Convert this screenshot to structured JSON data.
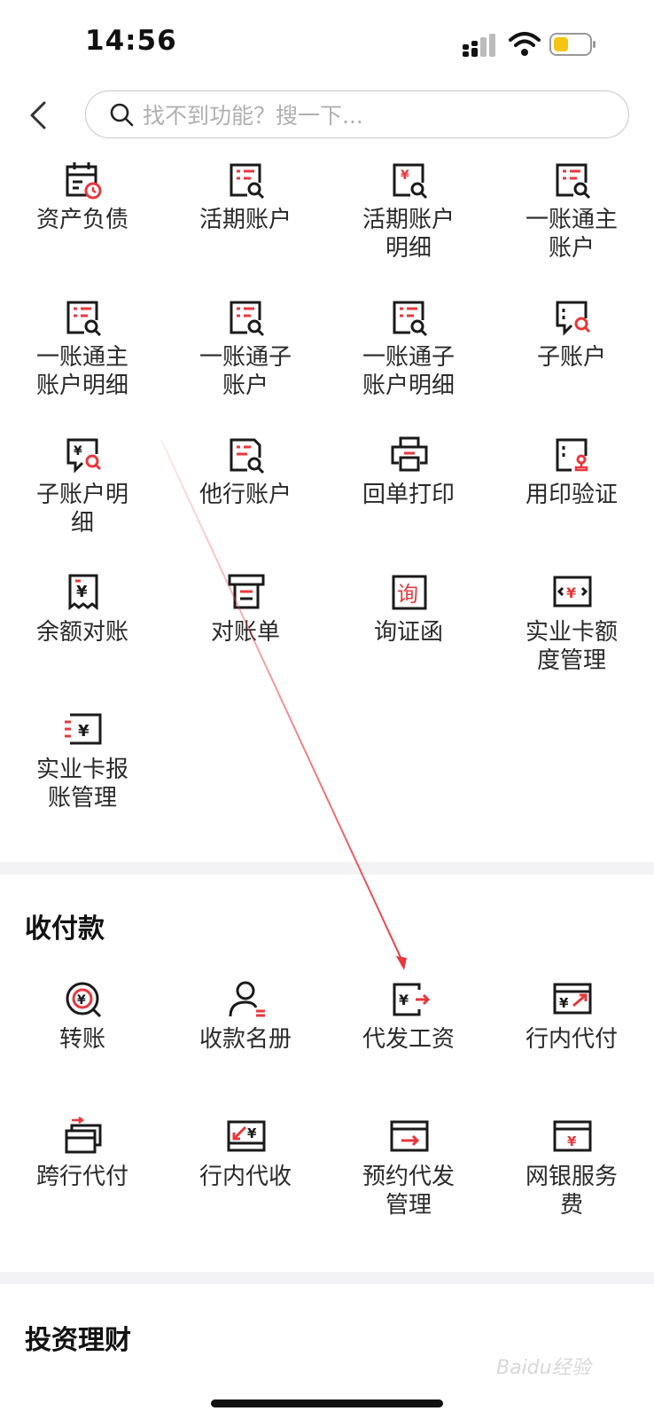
{
  "status": {
    "time": "14:56"
  },
  "search": {
    "placeholder": "找不到功能？搜一下..."
  },
  "account_items": [
    {
      "label": "资产负债",
      "icon": "calendar-clock-icon"
    },
    {
      "label": "活期账户",
      "icon": "account-search-icon"
    },
    {
      "label": "活期账户\n明细",
      "icon": "yuan-doc-search-icon"
    },
    {
      "label": "一账通主\n账户",
      "icon": "account-search-icon"
    },
    {
      "label": "一账通主\n账户明细",
      "icon": "account-search-icon"
    },
    {
      "label": "一账通子\n账户",
      "icon": "account-search-icon"
    },
    {
      "label": "一账通子\n账户明细",
      "icon": "account-search-icon"
    },
    {
      "label": "子账户",
      "icon": "sub-account-icon"
    },
    {
      "label": "子账户明\n细",
      "icon": "yuan-chat-search-icon"
    },
    {
      "label": "他行账户",
      "icon": "other-bank-account-icon"
    },
    {
      "label": "回单打印",
      "icon": "printer-icon"
    },
    {
      "label": "用印验证",
      "icon": "seal-verify-icon"
    },
    {
      "label": "余额对账",
      "icon": "receipt-yuan-icon"
    },
    {
      "label": "对账单",
      "icon": "statement-tray-icon"
    },
    {
      "label": "询证函",
      "icon": "inquiry-letter-icon"
    },
    {
      "label": "实业卡额\n度管理",
      "icon": "card-limit-icon"
    },
    {
      "label": "实业卡报\n账管理",
      "icon": "card-reimburse-icon"
    }
  ],
  "payments": {
    "title": "收付款",
    "items": [
      {
        "label": "转账",
        "icon": "transfer-icon"
      },
      {
        "label": "收款名册",
        "icon": "payee-list-icon"
      },
      {
        "label": "代发工资",
        "icon": "payroll-icon"
      },
      {
        "label": "行内代付",
        "icon": "intrabank-pay-icon"
      },
      {
        "label": "跨行代付",
        "icon": "interbank-pay-icon"
      },
      {
        "label": "行内代收",
        "icon": "intrabank-collect-icon"
      },
      {
        "label": "预约代发\n管理",
        "icon": "scheduled-payroll-icon"
      },
      {
        "label": "网银服务\n费",
        "icon": "ebank-fee-icon"
      }
    ]
  },
  "investment": {
    "title": "投资理财"
  },
  "watermark": "Baidu经验",
  "colors": {
    "accent": "#e8383d",
    "icon_dark": "#1a1a1a",
    "divider": "#f3f3f5"
  }
}
